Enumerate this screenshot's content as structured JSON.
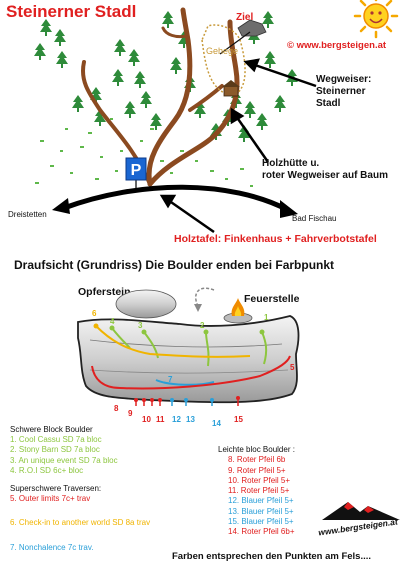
{
  "map": {
    "title": "Steinerner Stadl",
    "ziel": "Ziel",
    "gehege": "Gehege",
    "copyright": "© www.bergsteigen.at",
    "wegweiser": [
      "Wegweiser:",
      "Steinerner",
      "Stadl"
    ],
    "holzhuette": [
      "Holzhütte u.",
      "roter Wegweiser auf Baum"
    ],
    "parking": "P",
    "dreistetten": "Dreistetten",
    "bad_fischau": "Bad Fischau",
    "holztafel": "Holztafel: Finkenhaus + Fahrverbotstafel",
    "sun_icon": "sun-face-icon",
    "tree_icon": "pine-tree-icon",
    "hut_icon": "wooden-hut-icon"
  },
  "topo": {
    "heading": "Draufsicht (Grundriss)  Die Boulder enden bei Farbpunkt",
    "opferstein": "Opferstein",
    "feuerstelle": "Feuerstelle",
    "fire_icon": "campfire-icon",
    "route_numbers": [
      "1",
      "2",
      "3",
      "4",
      "5",
      "6",
      "7",
      "8",
      "9",
      "10",
      "11",
      "12",
      "13",
      "14",
      "15"
    ]
  },
  "legend": {
    "schwere_heading": "Schwere Block Boulder",
    "schwere": [
      {
        "text": "1. Cool Cassu SD 7a bloc",
        "color": "#8dc63f"
      },
      {
        "text": "2. Stony Barn SD 7a bloc",
        "color": "#8dc63f"
      },
      {
        "text": "3. An unique event SD 7a bloc",
        "color": "#8dc63f"
      },
      {
        "text": "4. R.O.I SD 6c+ bloc",
        "color": "#8dc63f"
      }
    ],
    "traversen_heading": "Superschwere Traversen:",
    "traversen": [
      {
        "text": "5. Outer limits 7c+ trav",
        "color": "#e02020"
      },
      {
        "text": "6. Check-in to another world SD 8a trav",
        "color": "#f0b400"
      },
      {
        "text": "7. Nonchalence 7c trav.",
        "color": "#2a9fd8"
      }
    ],
    "leichte_heading": "Leichte bloc Boulder :",
    "leichte": [
      {
        "text": "8. Roter Pfeil 6b",
        "color": "#e02020"
      },
      {
        "text": "9. Roter Pfeil 5+",
        "color": "#e02020"
      },
      {
        "text": "10. Roter Pfeil 5+",
        "color": "#e02020"
      },
      {
        "text": "11. Roter Pfeil 5+",
        "color": "#e02020"
      },
      {
        "text": "12. Blauer Pfeil 5+",
        "color": "#2a9fd8"
      },
      {
        "text": "13. Blauer Pfeil 5+",
        "color": "#2a9fd8"
      },
      {
        "text": "15. Blauer Pfeil 5+",
        "color": "#2a9fd8"
      },
      {
        "text": "14. Roter Pfeil 6b+",
        "color": "#e02020"
      }
    ],
    "footer": "Farben entsprechen den Punkten am Fels....",
    "logo_text": "www.bergsteigen.at"
  }
}
